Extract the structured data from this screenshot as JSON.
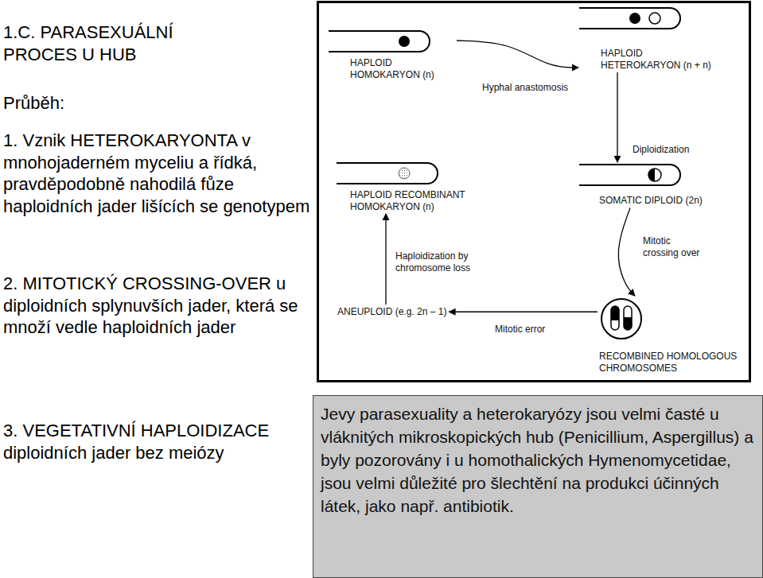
{
  "diagram": {
    "title": "1.C. PARASEXUÁLNÍ PROCES U HUB",
    "nodes": [
      {
        "text": [
          "HAPLOID HOMOKARYON (n)"
        ]
      },
      {
        "text": [
          "HAPLOID HETEROKARYON (n + n)"
        ]
      },
      {
        "text": [
          "HAPLOID RECOMBINANT HOMOKARYON (n)"
        ]
      },
      {
        "text": [
          "SOMATIC DIPLOID (2n)"
        ]
      },
      {
        "text": [
          "ANEUPLOID (e.g. 2n – 1)"
        ]
      },
      {
        "text": [
          "RECOMBINED HOMOLOGOUS CHROMOSOMES"
        ]
      },
      {
        "text": [
          "Jevy parasexuality a heterokaryózy jsou velmi časté u vláknitých mikroskopických hub (Penicillium, Aspergillus) a byly pozorovány i u homothalických Hymenomycetidae, jsou velmi důležité pro šlechtění na produkci účinných látek, jako např. antibiotik."
        ]
      }
    ],
    "edges": [
      {
        "from": 0,
        "to": 1,
        "label": "Hyphal anastomosis",
        "arrow": "to"
      },
      {
        "from": 1,
        "to": 3,
        "label": "Diploidization",
        "arrow": "to"
      },
      {
        "from": 3,
        "to": 5,
        "label": "Mitotic crossing over",
        "arrow": "to"
      },
      {
        "from": 5,
        "to": 4,
        "label": "Mitotic error",
        "arrow": "to"
      },
      {
        "from": 4,
        "to": 2,
        "label": "Haploidization by chromosome loss",
        "arrow": "to"
      }
    ],
    "labels": [
      "Průběh:",
      "1. Vznik HETEROKARYONTA v mnohojaderném myceliu a řídká, pravděpodobně nahodilá fůze haploidních jader lišících se genotypem",
      "2. MITOTICKÝ CROSSING-OVER u diploidních splynuvších jader, která se množí vedle haploidních jader",
      "3. VEGETATIVNÍ HAPLOIDIZACE diploidních jader bez meiózy"
    ]
  }
}
